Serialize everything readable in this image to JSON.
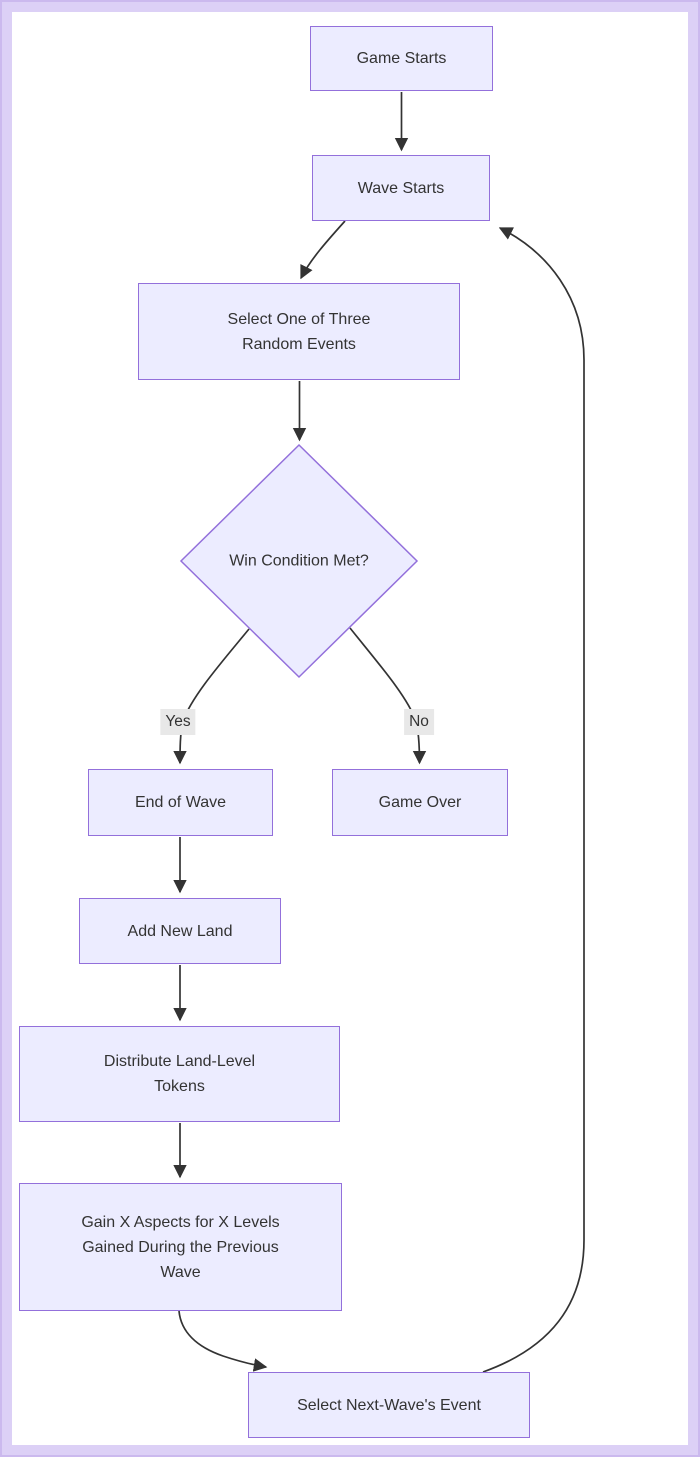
{
  "diagram": {
    "type": "flowchart",
    "direction": "top-down",
    "nodes": [
      {
        "id": "game-starts",
        "shape": "rect",
        "label": "Game Starts"
      },
      {
        "id": "wave-starts",
        "shape": "rect",
        "label": "Wave Starts"
      },
      {
        "id": "select-event",
        "shape": "rect",
        "label": "Select One of Three\nRandom Events"
      },
      {
        "id": "win-condition",
        "shape": "diamond",
        "label": "Win Condition Met?"
      },
      {
        "id": "end-of-wave",
        "shape": "rect",
        "label": "End of Wave"
      },
      {
        "id": "game-over",
        "shape": "rect",
        "label": "Game Over"
      },
      {
        "id": "add-new-land",
        "shape": "rect",
        "label": "Add New Land"
      },
      {
        "id": "distribute-tokens",
        "shape": "rect",
        "label": "Distribute Land-Level\nTokens"
      },
      {
        "id": "gain-aspects",
        "shape": "rect",
        "label": "Gain X Aspects for X Levels\nGained During the Previous\nWave"
      },
      {
        "id": "select-next-wave",
        "shape": "rect",
        "label": "Select Next-Wave's Event"
      }
    ],
    "edges": [
      {
        "from": "game-starts",
        "to": "wave-starts",
        "label": ""
      },
      {
        "from": "wave-starts",
        "to": "select-event",
        "label": ""
      },
      {
        "from": "select-event",
        "to": "win-condition",
        "label": ""
      },
      {
        "from": "win-condition",
        "to": "end-of-wave",
        "label": "Yes"
      },
      {
        "from": "win-condition",
        "to": "game-over",
        "label": "No"
      },
      {
        "from": "end-of-wave",
        "to": "add-new-land",
        "label": ""
      },
      {
        "from": "add-new-land",
        "to": "distribute-tokens",
        "label": ""
      },
      {
        "from": "distribute-tokens",
        "to": "gain-aspects",
        "label": ""
      },
      {
        "from": "gain-aspects",
        "to": "select-next-wave",
        "label": ""
      },
      {
        "from": "select-next-wave",
        "to": "wave-starts",
        "label": ""
      }
    ],
    "colors": {
      "node_fill": "#ECECFF",
      "node_border": "#9370DB",
      "edge_line": "#333333",
      "text": "#333333",
      "edge_label_bg": "#e8e8e8",
      "frame": "#dcd0f6",
      "background": "#ffffff"
    }
  }
}
